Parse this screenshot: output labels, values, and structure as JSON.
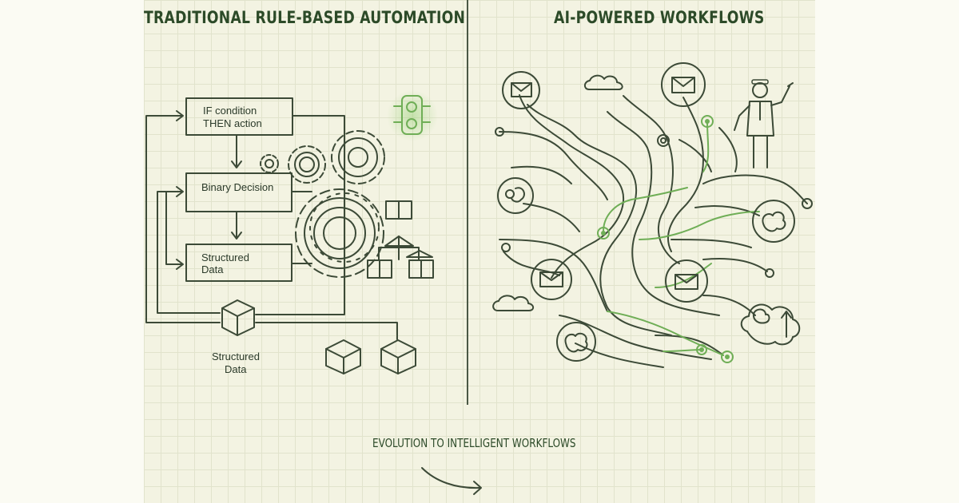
{
  "headings": {
    "left": "TRADITIONAL RULE-BASED AUTOMATION",
    "right": "AI-POWERED WORKFLOWS"
  },
  "flowchart": {
    "box1_line1": "IF condition",
    "box1_line2": "THEN action",
    "box2": "Binary Decision",
    "box3_line1": "Structured",
    "box3_line2": "Data",
    "cube_label_line1": "Structured",
    "cube_label_line2": "Data"
  },
  "footer": {
    "caption": "EVOLUTION TO INTELLIGENT WORKFLOWS"
  },
  "icons": {
    "left": [
      "traffic-light-icon",
      "gear-icon",
      "cube-icon"
    ],
    "right": [
      "envelope-icon",
      "cloud-icon",
      "person-icon",
      "brain-icon"
    ]
  },
  "colors": {
    "ink": "#3c4a37",
    "accent_green": "#6fae56",
    "heading": "#2c4a28",
    "paper": "#f3f3e2"
  }
}
